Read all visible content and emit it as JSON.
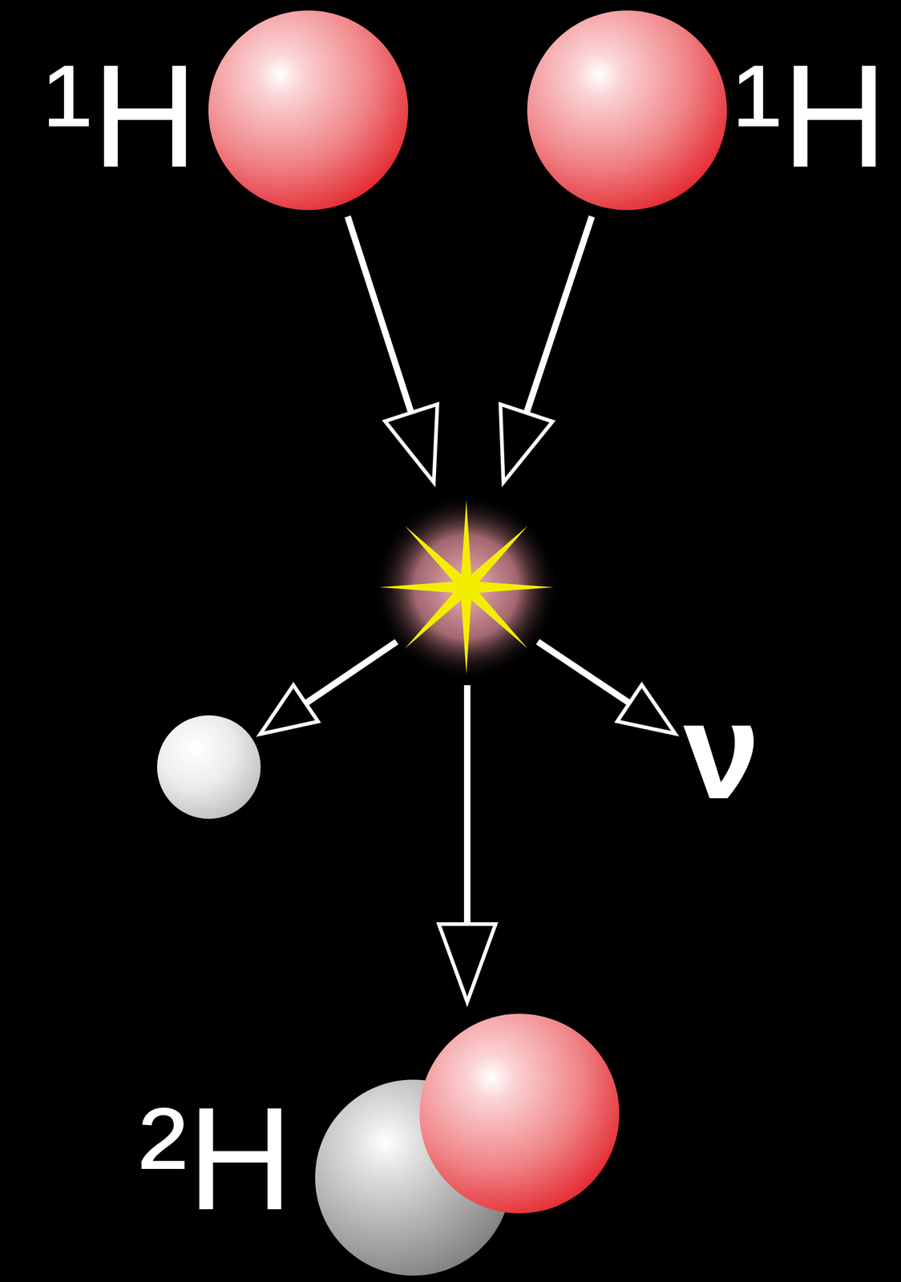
{
  "diagram": {
    "nodes": [
      {
        "text": [
          "¹H"
        ]
      },
      {
        "text": [
          "¹H"
        ]
      },
      {
        "text": [
          "²H"
        ]
      }
    ],
    "labels": [
      "ν"
    ]
  }
}
